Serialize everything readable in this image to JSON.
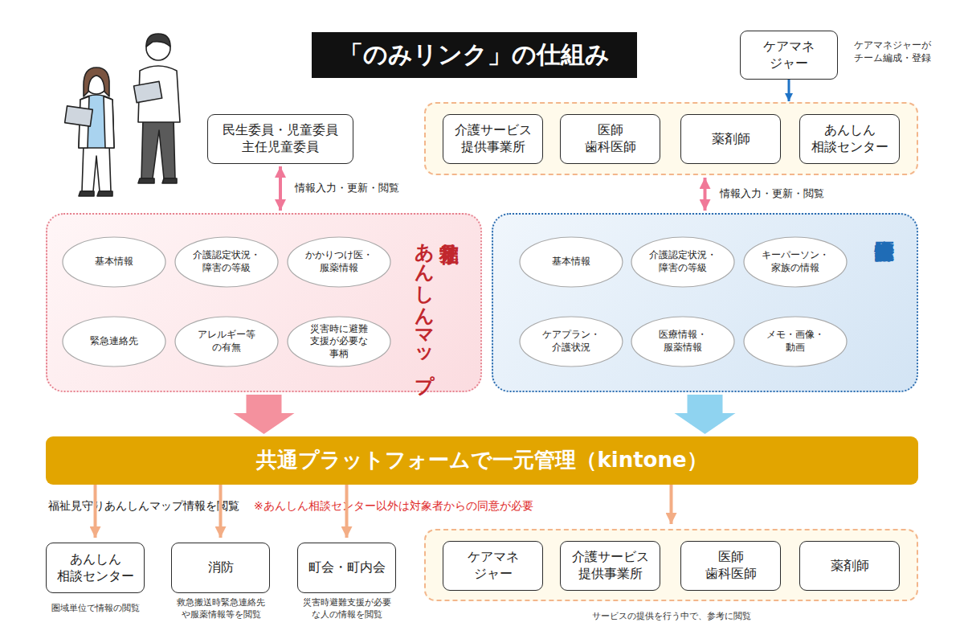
{
  "diagram": {
    "title": "「のみリンク」の仕組み",
    "nodes": [
      {
        "text": [
          "ケアマネ ジャー"
        ]
      },
      {
        "text": [
          "民生委員・児童委員 主任児童委員"
        ]
      },
      {
        "text": []
      },
      {
        "text": [
          "介護サービス 提供事業所"
        ],
        "in": 2
      },
      {
        "text": [
          "医師 歯科医師"
        ],
        "in": 2
      },
      {
        "text": [
          "薬剤師"
        ],
        "in": 2
      },
      {
        "text": [
          "あんしん 相談センター"
        ],
        "in": 2
      },
      {
        "text": [
          "福祉見守り あんしんマップ"
        ]
      },
      {
        "text": [
          "基本情報"
        ],
        "in": 7
      },
      {
        "text": [
          "介護認定状況・ 障害の等級"
        ],
        "in": 7
      },
      {
        "text": [
          "かかりつけ医・ 服薬情報"
        ],
        "in": 7
      },
      {
        "text": [
          "緊急連絡先"
        ],
        "in": 7
      },
      {
        "text": [
          "アレルギー等 の有無"
        ],
        "in": 7
      },
      {
        "text": [
          "災害時に避難 支援が必要な 事柄"
        ],
        "in": 7
      },
      {
        "text": [
          "医療介護情報連携"
        ]
      },
      {
        "text": [
          "基本情報"
        ],
        "in": 14
      },
      {
        "text": [
          "介護認定状況・ 障害の等級"
        ],
        "in": 14
      },
      {
        "text": [
          "キーパーソン・ 家族の情報"
        ],
        "in": 14
      },
      {
        "text": [
          "ケアプラン・ 介護状況"
        ],
        "in": 14
      },
      {
        "text": [
          "医療情報・ 服薬情報"
        ],
        "in": 14
      },
      {
        "text": [
          "メモ・画像・ 動画"
        ],
        "in": 14
      },
      {
        "text": [
          "共通プラットフォームで一元管理（kintone）"
        ]
      },
      {
        "text": [
          "あんしん 相談センター"
        ]
      },
      {
        "text": [
          "消防"
        ]
      },
      {
        "text": [
          "町会・町内会"
        ]
      },
      {
        "text": []
      },
      {
        "text": [
          "ケアマネ ジャー"
        ],
        "in": 25
      },
      {
        "text": [
          "介護サービス 提供事業所"
        ],
        "in": 25
      },
      {
        "text": [
          "医師 歯科医師"
        ],
        "in": 25
      },
      {
        "text": [
          "薬剤師"
        ],
        "in": 25
      }
    ],
    "edges": [
      {
        "from": 0,
        "to": 2,
        "arrow": "to"
      },
      {
        "from": 1,
        "to": 7,
        "label": "情報入力・更新・閲覧",
        "arrow": "both"
      },
      {
        "from": 2,
        "to": 14,
        "label": "情報入力・更新・閲覧",
        "arrow": "both"
      },
      {
        "from": 7,
        "to": 21,
        "arrow": "to"
      },
      {
        "from": 14,
        "to": 21,
        "arrow": "to"
      },
      {
        "from": 21,
        "to": 22,
        "arrow": "to"
      },
      {
        "from": 21,
        "to": 23,
        "arrow": "to"
      },
      {
        "from": 21,
        "to": 24,
        "arrow": "to"
      },
      {
        "from": 21,
        "to": 25,
        "arrow": "to"
      }
    ],
    "labels": [
      "ケアマネジャーが チーム編成・登録",
      "福祉見守りあんしんマップ情報を閲覧",
      "※あんしん相談センター以外は対象者からの同意が必要",
      "圏域単位で情報の閲覧",
      "救急搬送時緊急連絡先 や服薬情報等を閲覧",
      "災害時避難支援が必要 な人の情報を閲覧",
      "サービスの提供を行う中で、参考に閲覧"
    ]
  }
}
